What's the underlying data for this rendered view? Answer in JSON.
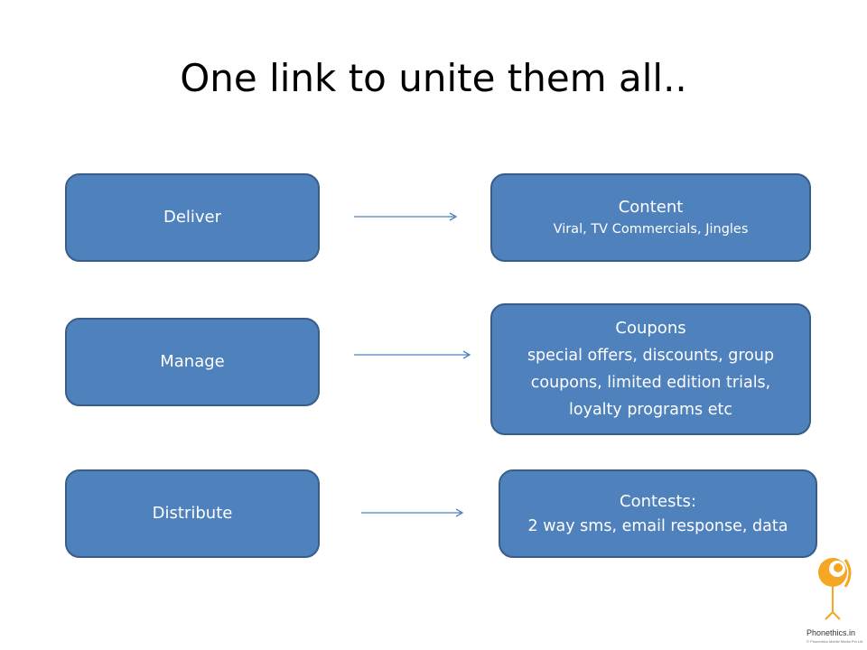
{
  "slide": {
    "title": "One link to unite them all.."
  },
  "left_boxes": [
    {
      "label": "Deliver"
    },
    {
      "label": "Manage"
    },
    {
      "label": "Distribute"
    }
  ],
  "right_boxes": [
    {
      "heading": "Content",
      "detail": "Viral, TV Commercials, Jingles"
    },
    {
      "heading": "Coupons",
      "lines": [
        "special offers, discounts, group",
        "coupons, limited edition trials,",
        "loyalty programs etc"
      ]
    },
    {
      "heading": "Contests:",
      "detail": "2 way sms,  email response, data"
    }
  ],
  "logo": {
    "name": "Phonethics.in",
    "tagline": "© Phonethics Mobile Media Pvt Ltd"
  },
  "colors": {
    "box_fill": "#4f81bd",
    "box_border": "#385d8a",
    "arrow": "#4f81bd",
    "logo_orange": "#f5a623"
  }
}
